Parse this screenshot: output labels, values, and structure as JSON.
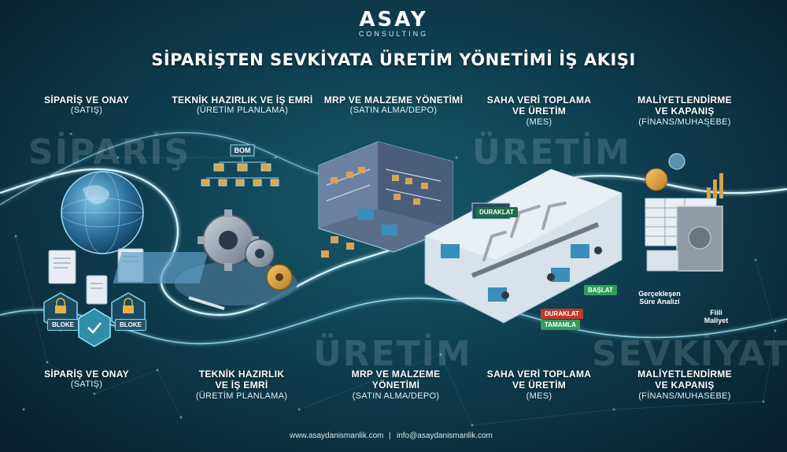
{
  "logo": {
    "name": "ASAY",
    "tagline": "CONSULTING"
  },
  "title": "SİPARİŞTEN SEVKİYATA ÜRETİM YÖNETİMİ İŞ AKIŞI",
  "top_stages": [
    {
      "title": "SİPARİŞ VE ONAY",
      "subtitle": "(SATIŞ)"
    },
    {
      "title": "TEKNİK HAZIRLIK VE İŞ EMRİ",
      "subtitle": "(ÜRETİM PLANLAMA)"
    },
    {
      "title": "MRP VE MALZEME YÖNETİMİ",
      "subtitle": "(SATIN ALMA/DEPO)"
    },
    {
      "title_line1": "SAHA VERİ TOPLAMA",
      "title_line2": "VE ÜRETİM",
      "subtitle": "(MES)"
    },
    {
      "title": "MALİYETLENDİRME",
      "title_line2": "VE KAPANIŞ",
      "subtitle": "(FİNANS/MUHASEBE)"
    }
  ],
  "bottom_stages": [
    {
      "title": "SİPARİŞ VE ONAY",
      "subtitle": "(SATIŞ)"
    },
    {
      "title_line1": "TEKNİK HAZIRLIK",
      "title_line2": "VE İŞ EMRİ",
      "subtitle": "(ÜRETİM PLANLAMA)"
    },
    {
      "title_line1": "MRP VE MALZEME",
      "title_line2": "YÖNETİMİ",
      "subtitle": "(SATIN ALMA/DEPO)"
    },
    {
      "title_line1": "SAHA VERİ TOPLAMA",
      "title_line2": "VE ÜRETİM",
      "subtitle": "(MES)"
    },
    {
      "title_line1": "MALİYETLENDİRME",
      "title_line2": "VE KAPANIŞ",
      "subtitle": "(FİNANS/MUHASEBE)"
    }
  ],
  "watermarks": {
    "siparis": "SİPARİŞ",
    "uretim_top": "ÜRETİM",
    "uretim_bottom": "ÜRETİM",
    "sevkiyat": "SEVKİYAT"
  },
  "icon_labels": {
    "bom": "BOM",
    "bloke_left": "BLOKE",
    "bloke_right": "BLOKE",
    "duraklat_top": "DURAKLAT",
    "baslat": "BAŞLAT",
    "duraklat_bottom": "DURAKLAT",
    "tamamla": "TAMAMLA",
    "gerceklesen_line1": "Gerçekleşen",
    "gerceklesen_line2": "Süre Analizi",
    "fiili_line1": "Fiili",
    "fiili_line2": "Maliyet"
  },
  "footer": {
    "website": "www.asaydanismanlik.com",
    "email": "info@asaydanismanlik.com"
  },
  "colors": {
    "background": "#0f3e51",
    "accent_cyan": "#6fe3ff",
    "flow_line": "#d8f6ff",
    "green": "#2e9d5a",
    "red": "#c0392b",
    "gold": "#e0a93a"
  }
}
